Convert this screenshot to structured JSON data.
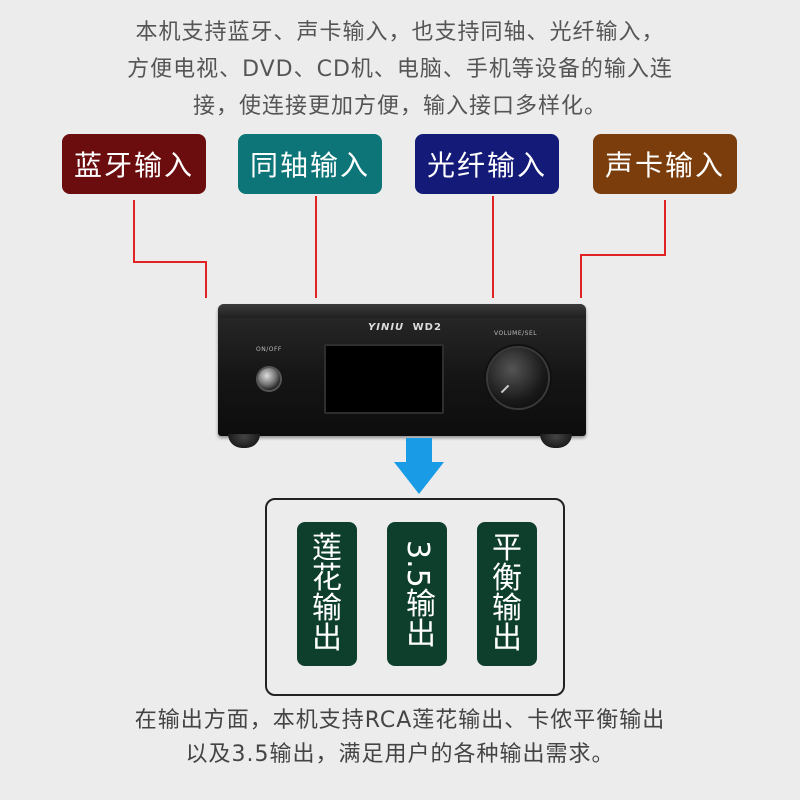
{
  "intro": {
    "line1": "本机支持蓝牙、声卡输入，也支持同轴、光纤输入，",
    "line2": "方便电视、DVD、CD机、电脑、手机等设备的输入连",
    "line3": "接，使连接更加方便，输入接口多样化。"
  },
  "inputs": [
    {
      "label": "蓝牙输入",
      "color": "#6b0d0f"
    },
    {
      "label": "同轴输入",
      "color": "#0d7478"
    },
    {
      "label": "光纤输入",
      "color": "#141a78"
    },
    {
      "label": "声卡输入",
      "color": "#7a3d0b"
    }
  ],
  "wire_color": "#e02424",
  "device": {
    "logo": "YINIU",
    "model": "WD2",
    "power_label": "ON/OFF",
    "knob_label": "VOLUME/SEL"
  },
  "arrow_color": "#1a9be6",
  "outputs": [
    {
      "label": "莲花输出"
    },
    {
      "label": "3.5输出"
    },
    {
      "label": "平衡输出"
    }
  ],
  "outro": {
    "line1": "在输出方面，本机支持RCA莲花输出、卡侬平衡输出",
    "line2": "以及3.5输出，满足用户的各种输出需求。"
  }
}
